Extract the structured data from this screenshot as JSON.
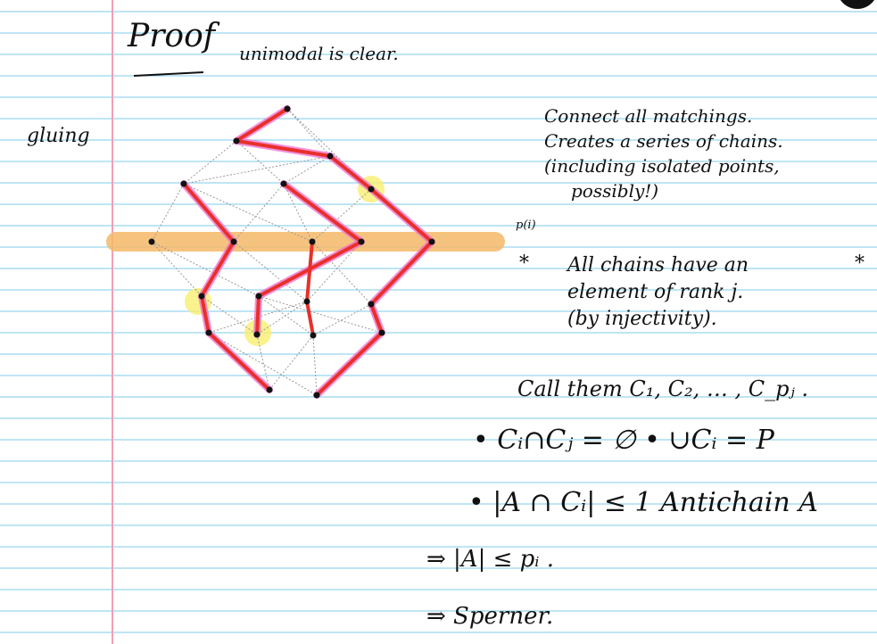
{
  "notebook": {
    "rule_color": "#7ecbea",
    "margin_color": "#f2a0b4"
  },
  "heading": {
    "title": "Proof",
    "subtitle": "unimodal is clear."
  },
  "margin_note": "gluing",
  "diagram": {
    "chain_color": "#e8302a",
    "chain_glow_color": "#f06ccf",
    "rank_band_color": "#f5b969",
    "highlight_color": "#f7ef70",
    "rank_label": "p(i)"
  },
  "notes": {
    "line1": "Connect all matchings.",
    "line2": "Creates a series of chains.",
    "line3": "(including isolated points,",
    "line4": "possibly!)"
  },
  "claim": {
    "marker": "*",
    "line1": "All chains have an",
    "line2": "element of rank j.",
    "line3": "(by injectivity)."
  },
  "formulas": {
    "call_them": "Call them C₁, C₂, … , C_pⱼ .",
    "disjoint_union": "• Cᵢ∩Cⱼ = ∅     • ∪Cᵢ = P",
    "antichain": "• |A ∩ Cᵢ| ≤ 1   Antichain A",
    "bound": "⇒ |A| ≤ pᵢ .",
    "conclusion": "⇒ Sperner."
  }
}
